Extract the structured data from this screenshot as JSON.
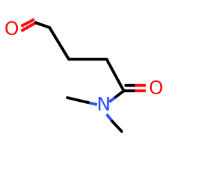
{
  "molecule": {
    "atoms": {
      "o_aldehyde": {
        "label": "O",
        "color": "#ff0d0d"
      },
      "o_amide": {
        "label": "O",
        "color": "#ff0d0d"
      },
      "n_amide": {
        "label": "N",
        "color": "#3050f8"
      }
    },
    "bond_color": "#000000"
  }
}
